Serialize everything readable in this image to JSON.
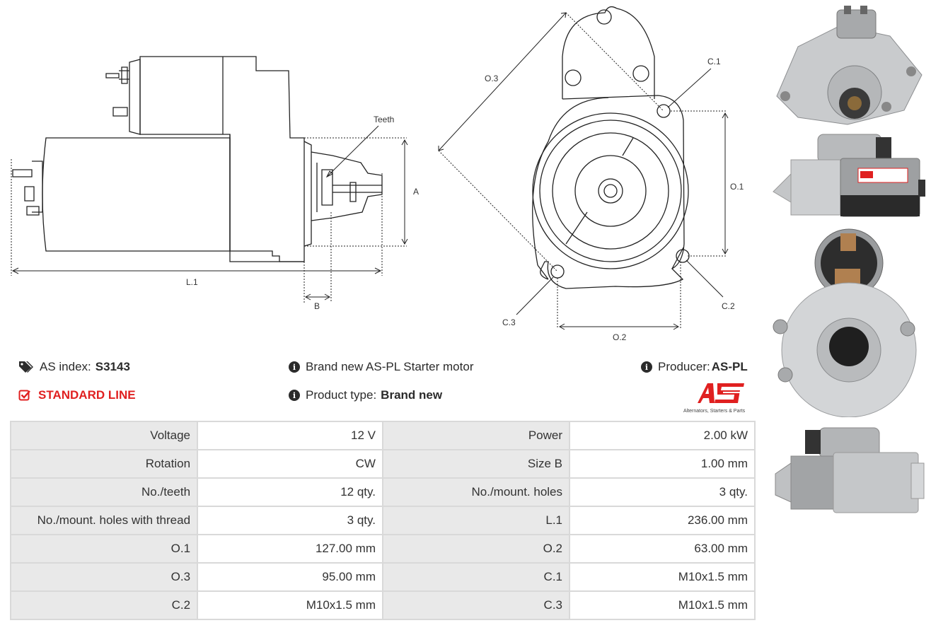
{
  "diagram": {
    "labels": {
      "teeth": "Teeth",
      "a": "A",
      "b": "B",
      "l1": "L.1",
      "o1": "O.1",
      "o2": "O.2",
      "o3": "O.3",
      "c1": "C.1",
      "c2": "C.2",
      "c3": "C.3"
    }
  },
  "info": {
    "as_index_label": "AS index:",
    "as_index_value": "S3143",
    "standard_line": "STANDARD LINE",
    "description": "Brand new AS-PL Starter motor",
    "product_type_label": "Product type:",
    "product_type_value": "Brand new",
    "producer_label": "Producer:",
    "producer_value": "AS-PL",
    "logo_text": "AS",
    "logo_tagline": "Alternators, Starters & Parts"
  },
  "specs": [
    [
      "Voltage",
      "12 V",
      "Power",
      "2.00 kW"
    ],
    [
      "Rotation",
      "CW",
      "Size B",
      "1.00 mm"
    ],
    [
      "No./teeth",
      "12 qty.",
      "No./mount. holes",
      "3 qty."
    ],
    [
      "No./mount. holes with thread",
      "3 qty.",
      "L.1",
      "236.00 mm"
    ],
    [
      "O.1",
      "127.00 mm",
      "O.2",
      "63.00 mm"
    ],
    [
      "O.3",
      "95.00 mm",
      "C.1",
      "M10x1.5 mm"
    ],
    [
      "C.2",
      "M10x1.5 mm",
      "C.3",
      "M10x1.5 mm"
    ]
  ],
  "colors": {
    "accent_red": "#e02020",
    "table_border": "#d9d9d9",
    "label_cell": "#e9e9e9"
  }
}
